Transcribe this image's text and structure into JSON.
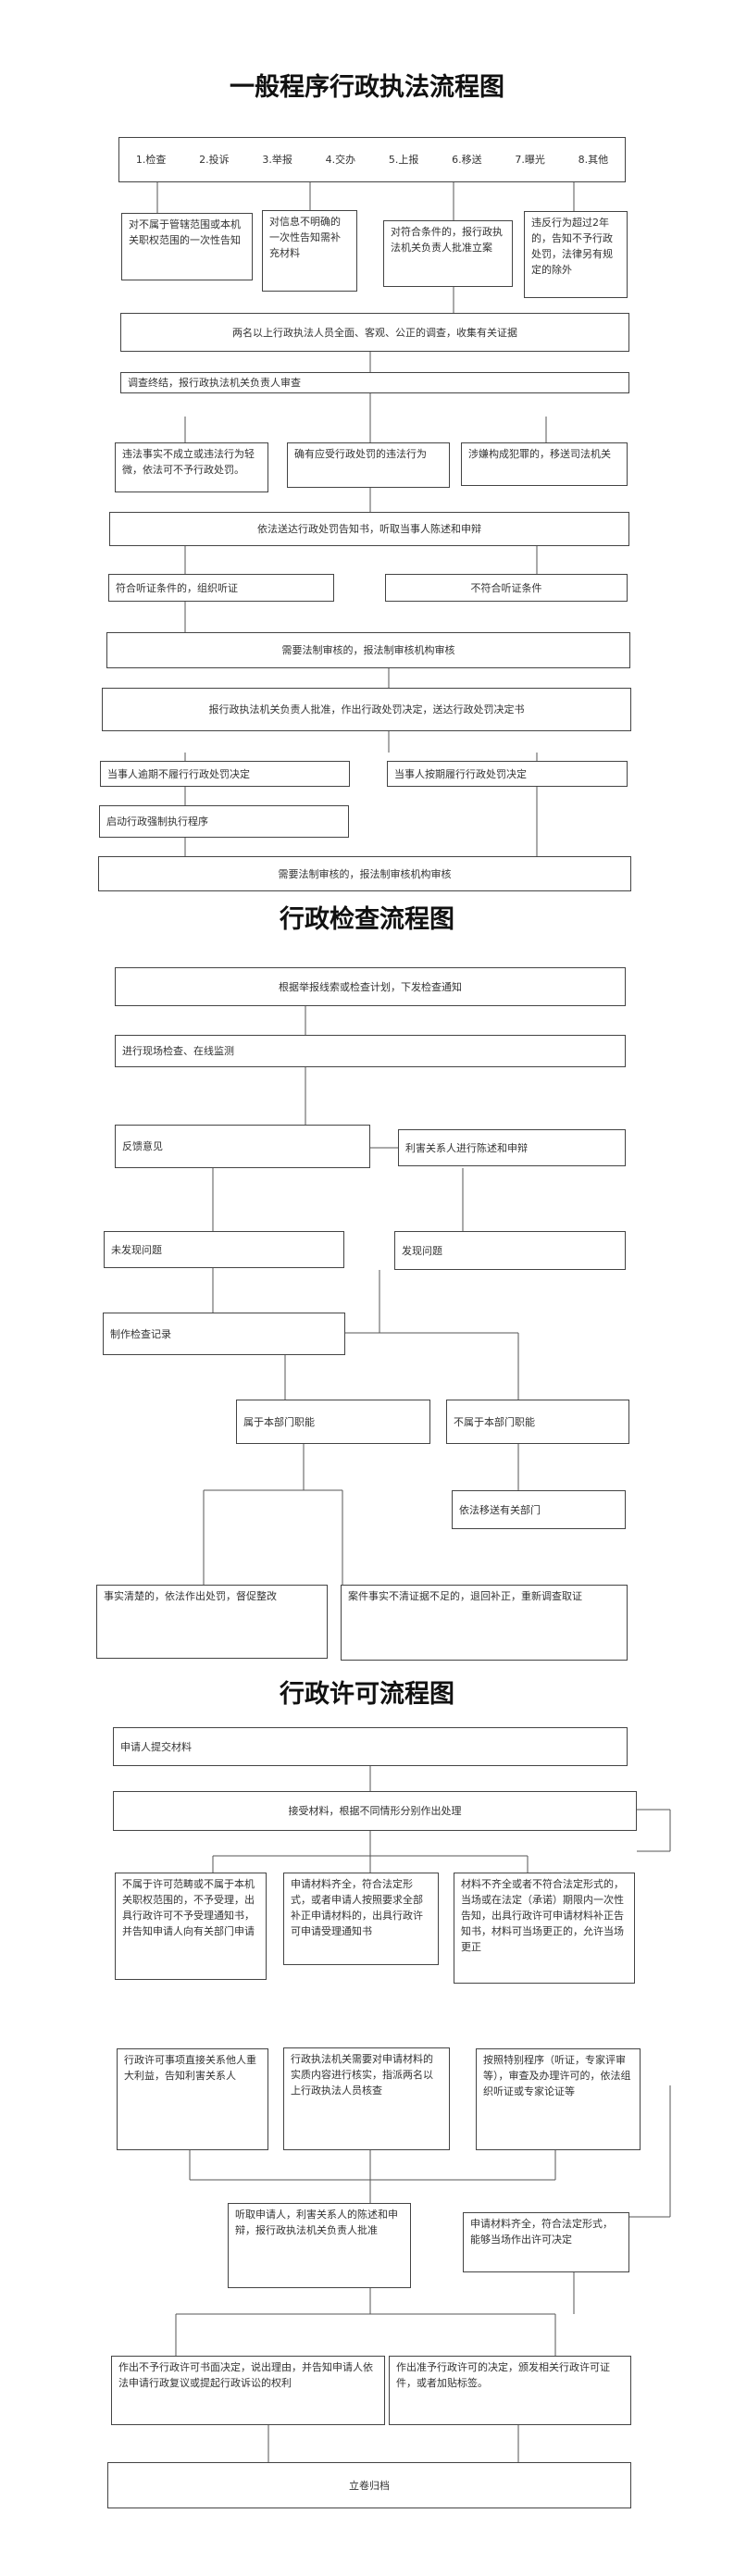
{
  "section1": {
    "title": "一般程序行政执法流程图",
    "sources": [
      "1.检查",
      "2.投诉",
      "3.举报",
      "4.交办",
      "5.上报",
      "6.移送",
      "7.曝光",
      "8.其他"
    ],
    "branch_a": "对不属于管辖范围或本机关职权范围的一次性告知",
    "branch_b": "对信息不明确的一次性告知需补充材料",
    "branch_c": "对符合条件的，报行政执法机关负责人批准立案",
    "branch_d": "违反行为超过2年的，告知不予行政处罚，法律另有规定的除外",
    "investigate": "两名以上行政执法人员全面、客观、公正的调查，收集有关证据",
    "end_investigate": "调查终结，报行政执法机关负责人审查",
    "result_a": "违法事实不成立或违法行为轻微，依法可不予行政处罚。",
    "result_b": "确有应受行政处罚的违法行为",
    "result_c": "涉嫌构成犯罪的，移送司法机关",
    "notice": "依法送达行政处罚告知书，听取当事人陈述和申辩",
    "hearing_yes": "符合听证条件的，组织听证",
    "hearing_no": "不符合听证条件",
    "legal_review": "需要法制审核的，报法制审核机构审核",
    "decision": "报行政执法机关负责人批准，作出行政处罚决定，送达行政处罚决定书",
    "overdue": "当事人逾期不履行行政处罚决定",
    "ontime": "当事人按期履行行政处罚决定",
    "enforce": "启动行政强制执行程序",
    "legal_review2": "需要法制审核的，报法制审核机构审核"
  },
  "section2": {
    "title": "行政检查流程图",
    "plan": "根据举报线索或检查计划，下发检查通知",
    "onsite": "进行现场检查、在线监测",
    "feedback": "反馈意见",
    "statement": "利害关系人进行陈述和申辩",
    "no_problem": "未发现问题",
    "problem": "发现问题",
    "record": "制作检查记录",
    "in_scope": "属于本部门职能",
    "out_scope": "不属于本部门职能",
    "transfer": "依法移送有关部门",
    "clear": "事实清楚的，依法作出处罚，督促整改",
    "unclear": "案件事实不清证据不足的，退回补正，重新调查取证"
  },
  "section3": {
    "title": "行政许可流程图",
    "submit": "申请人提交材料",
    "accept": "接受材料，根据不同情形分别作出处理",
    "opt_a": "不属于许可范畴或不属于本机关职权范围的，不予受理，出具行政许可不予受理通知书，并告知申请人向有关部门申请",
    "opt_b": "申请材料齐全，符合法定形式，或者申请人按照要求全部补正申请材料的，出具行政许可申请受理通知书",
    "opt_c": "材料不齐全或者不符合法定形式的，当场或在法定（承诺）期限内一次性告知，出具行政许可申请材料补正告知书，材料可当场更正的，允许当场更正",
    "major": "行政许可事项直接关系他人重大利益，告知利害关系人",
    "verify": "行政执法机关需要对申请材料的实质内容进行核实，指派两名以上行政执法人员核查",
    "special": "按照特别程序（听证，专家评审等），审查及办理许可的，依法组织听证或专家论证等",
    "hearing": "听取申请人，利害关系人的陈述和申辩，报行政执法机关负责人批准",
    "onsite_decision": "申请材料齐全，符合法定形式，能够当场作出许可决定",
    "deny": "作出不予行政许可书面决定，说出理由，并告知申请人依法申请行政复议或提起行政诉讼的权利",
    "grant": "作出准予行政许可的决定，颁发相关行政许可证件，或者加贴标签。",
    "archive": "立卷归档"
  }
}
